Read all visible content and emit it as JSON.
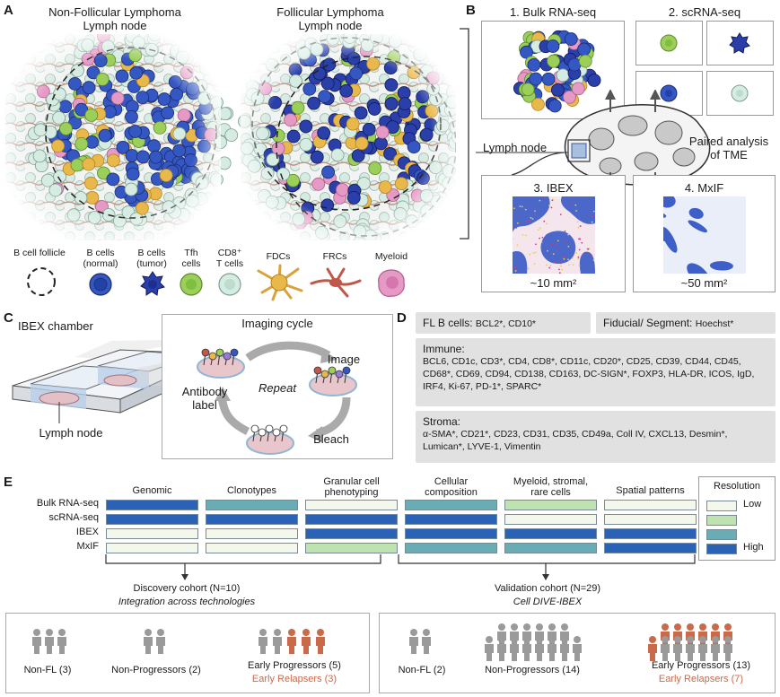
{
  "panelA": {
    "letter": "A",
    "left_title": "Non-Follicular Lymphoma\nLymph node",
    "right_title": "Follicular Lymphoma\nLymph node",
    "legend": [
      {
        "label": "B cell follicle",
        "icon": "dashed-circle-icon"
      },
      {
        "label": "B cells\n(normal)",
        "icon": "b-cell-normal-icon",
        "color": "#3557c4"
      },
      {
        "label": "B cells\n(tumor)",
        "icon": "b-cell-tumor-icon",
        "color": "#2a3faa"
      },
      {
        "label": "Tfh\ncells",
        "icon": "tfh-cell-icon",
        "color": "#9ccf5a"
      },
      {
        "label": "CD8⁺\nT cells",
        "icon": "cd8-cell-icon",
        "color": "#c8e3d8"
      },
      {
        "label": "FDCs",
        "icon": "fdc-icon",
        "color": "#e8b84a"
      },
      {
        "label": "FRCs",
        "icon": "frc-icon",
        "color": "#c0574a"
      },
      {
        "label": "Myeloid",
        "icon": "myeloid-icon",
        "color": "#e59ac6"
      }
    ]
  },
  "panelB": {
    "letter": "B",
    "bulk": "1. Bulk RNA-seq",
    "sc": "2. scRNA-seq",
    "lymph_node": "Lymph node",
    "paired": "Paired analysis\nof TME",
    "ibex": "3. IBEX",
    "mxif": "4. MxIF",
    "ibex_area": "~10 mm²",
    "mxif_area": "~50 mm²"
  },
  "panelC": {
    "letter": "C",
    "chamber": "IBEX chamber",
    "lymph_node": "Lymph node",
    "cycle": "Imaging cycle",
    "image": "Image",
    "repeat": "Repeat",
    "antibody": "Antibody\nlabel",
    "bleach": "Bleach"
  },
  "panelD": {
    "letter": "D",
    "fl_b_title": "FL B cells: ",
    "fl_b_markers": "BCL2*, CD10*",
    "fiducial_title": "Fiducial/ Segment: ",
    "fiducial_markers": "Hoechst*",
    "immune_title": "Immune:",
    "immune_markers": "BCL6, CD1c, CD3*, CD4, CD8*, CD11c, CD20*, CD25, CD39, CD44, CD45, CD68*, CD69, CD94, CD138, CD163, DC-SIGN*, FOXP3, HLA-DR, ICOS, IgD, IRF4, Ki-67, PD-1*, SPARC*",
    "stroma_title": "Stroma:",
    "stroma_markers": "α-SMA*, CD21*, CD23, CD31, CD35, CD49a, Coll IV, CXCL13, Desmin*, Lumican*, LYVE-1, Vimentin"
  },
  "panelE": {
    "letter": "E",
    "columns": [
      "Genomic",
      "Clonotypes",
      "Granular cell\nphenotyping",
      "Cellular\ncomposition",
      "Myeloid, stromal,\nrare cells",
      "Spatial patterns"
    ],
    "rows": [
      {
        "label": "Bulk RNA-seq",
        "levels": [
          4,
          3,
          1,
          3,
          2,
          1
        ]
      },
      {
        "label": "scRNA-seq",
        "levels": [
          4,
          4,
          4,
          4,
          1,
          1
        ]
      },
      {
        "label": "IBEX",
        "levels": [
          1,
          1,
          4,
          4,
          4,
          4
        ]
      },
      {
        "label": "MxIF",
        "levels": [
          1,
          1,
          2,
          3,
          3,
          4
        ]
      }
    ],
    "resolution_title": "Resolution",
    "resolution_levels": [
      {
        "label": "Low",
        "color": "#f3f7ec"
      },
      {
        "label": "",
        "color": "#bfe3b0"
      },
      {
        "label": "",
        "color": "#6aacb4"
      },
      {
        "label": "High",
        "color": "#2a63b5"
      }
    ],
    "discovery_title": "Discovery cohort (N=10)",
    "discovery_sub": "Integration across technologies",
    "validation_title": "Validation cohort (N=29)",
    "validation_sub": "Cell DIVE-IBEX",
    "discovery_groups": [
      {
        "label": "Non-FL (3)",
        "count": 3,
        "red": 0
      },
      {
        "label": "Non-Progressors (2)",
        "count": 2,
        "red": 0
      },
      {
        "label": "Early Progressors (5)",
        "sub": "Early Relapsers (3)",
        "count": 5,
        "red": 3
      }
    ],
    "validation_groups": [
      {
        "label": "Non-FL (2)",
        "count": 2,
        "red": 0
      },
      {
        "label": "Non-Progressors (14)",
        "count": 14,
        "red": 0
      },
      {
        "label": "Early Progressors (13)",
        "sub": "Early Relapsers (7)",
        "count": 13,
        "red": 7
      }
    ]
  }
}
